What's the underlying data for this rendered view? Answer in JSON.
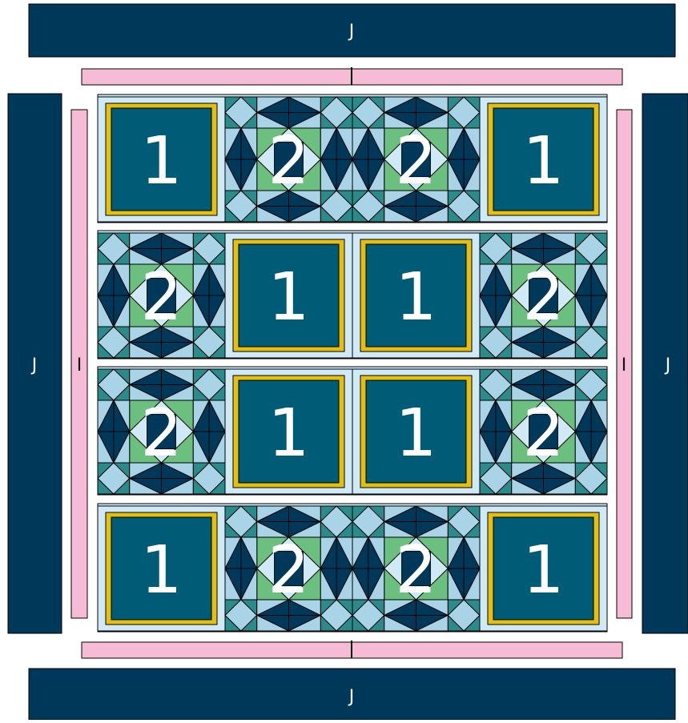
{
  "labels": {
    "border_j": "J",
    "border_i": "I",
    "block_plain": "1",
    "block_star": "2"
  },
  "layout": {
    "rows": [
      [
        "1",
        "2",
        "2",
        "1"
      ],
      [
        "2",
        "1",
        "1",
        "2"
      ],
      [
        "2",
        "1",
        "1",
        "2"
      ],
      [
        "1",
        "2",
        "2",
        "1"
      ]
    ]
  },
  "colors": {
    "navy": "#00385a",
    "teal_dark": "#005b77",
    "teal": "#2b8a8a",
    "light_blue": "#a9d3e6",
    "pale_blue": "#cfe9f6",
    "green": "#6cc07f",
    "gold": "#e3bf13",
    "pink": "#f7bcd5",
    "white": "#ffffff"
  }
}
